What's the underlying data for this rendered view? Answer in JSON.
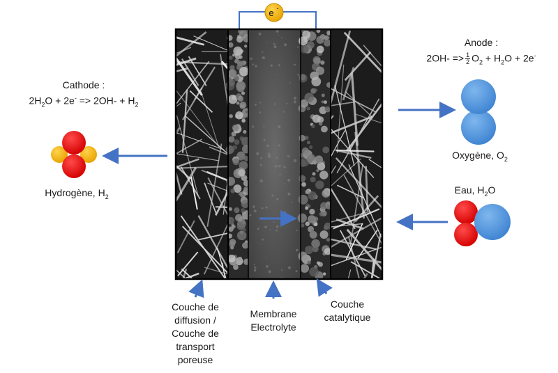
{
  "electron": {
    "symbol": "e",
    "charge": "-"
  },
  "cathode": {
    "title": "Cathode :",
    "eq": {
      "a": "2H",
      "a_sub": "2",
      "b": "O + 2e",
      "b_sup": "-",
      "c": " => 2OH- + H",
      "c_sub": "2"
    }
  },
  "anode": {
    "title": "Anode :",
    "eq": {
      "a": "2OH- =>",
      "frac_num": "1",
      "frac_den": "2",
      "b": "O",
      "b_sub": "2",
      "c": " + H",
      "c_sub": "2",
      "d": "O + 2e",
      "d_sup": "-"
    }
  },
  "hydrogen": {
    "name": "Hydrogène, H",
    "sub": "2"
  },
  "oxygen": {
    "name": "Oxygène, O",
    "sub": "2"
  },
  "water": {
    "name": "Eau, H",
    "sub": "2",
    "tail": "O"
  },
  "layers": {
    "diffusion": [
      "Couche de",
      "diffusion /",
      "Couche de",
      "transport",
      "poreuse"
    ],
    "membrane": [
      "Membrane",
      "Electrolyte"
    ],
    "catalyst": [
      "Couche",
      "catalytique"
    ]
  },
  "colors": {
    "arrow": "#4472c4",
    "wire": "#4472c4",
    "electron": "#f5b300",
    "hydrogen_atom": "#f5b300",
    "red_atom": "#e00000",
    "blue_atom": "#4f94dd",
    "frame": "#000000"
  }
}
